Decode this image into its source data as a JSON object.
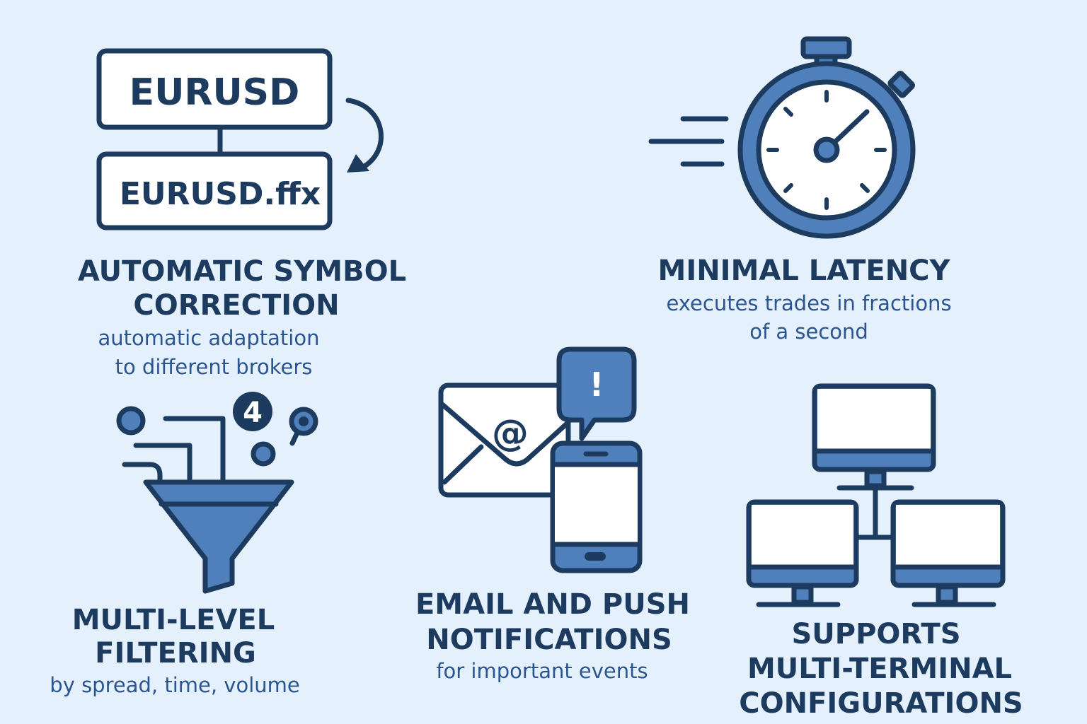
{
  "colors": {
    "background": "#e4f1fc",
    "navy": "#1d3a5f",
    "accent": "#4f80bb",
    "text_sub": "#2b5590"
  },
  "features": [
    {
      "icon": "symbol-rename-icon",
      "box_top": "EURUSD",
      "box_bottom": "EURUSD.ffx",
      "title_lines": [
        "AUTOMATIC SYMBOL",
        "CORRECTION"
      ],
      "subtitle_lines": [
        "automatic adaptation",
        "to different brokers"
      ]
    },
    {
      "icon": "stopwatch-icon",
      "title_lines": [
        "MINIMAL LATENCY"
      ],
      "subtitle_lines": [
        "executes trades in fractions",
        "of a second"
      ]
    },
    {
      "icon": "funnel-icon",
      "badge": "4",
      "title_lines": [
        "MULTI-LEVEL",
        "FILTERING"
      ],
      "subtitle_lines": [
        "by spread, time, volume"
      ]
    },
    {
      "icon": "email-phone-icon",
      "at_symbol": "@",
      "alert_mark": "!",
      "title_lines": [
        "EMAIL AND PUSH",
        "NOTIFICATIONS"
      ],
      "subtitle_lines": [
        "for important events"
      ]
    },
    {
      "icon": "networked-monitors-icon",
      "title_lines": [
        "SUPPORTS",
        "MULTI-TERMINAL",
        "CONFIGURATIONS"
      ],
      "subtitle_lines": []
    }
  ]
}
